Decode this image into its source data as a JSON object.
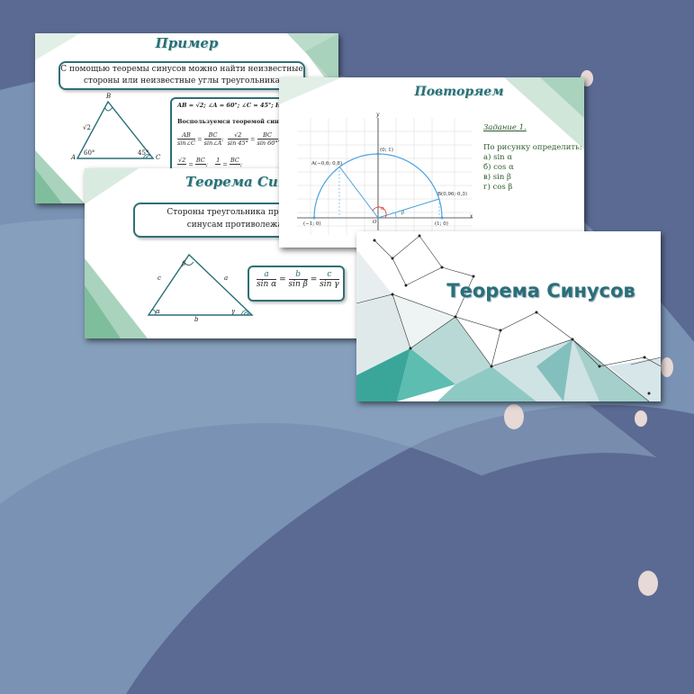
{
  "colors": {
    "background": "#5b6a93",
    "wave_light": "#7d97b8",
    "wave_mid": "#8fa9c4",
    "accent": "#2a6f78",
    "teal": "#3aa69a",
    "axis_blue": "#4aa3df"
  },
  "slide_example": {
    "title": "Пример",
    "statement": "С помощью теоремы синусов можно найти неизвестные стороны или неизвестные углы треугольника",
    "given": "AB = √2; ∠A = 60°; ∠C = 45°; Найти",
    "use_theorem": "Воспользуемся теоремой синусов:",
    "frac1_num": "AB",
    "frac1_den": "sin∠C",
    "frac2_num": "BC",
    "frac2_den": "sin∠A",
    "frac3_num": "√2",
    "frac3_den": "sin 45°",
    "frac4_num": "BC",
    "frac4_den": "sin 60°",
    "row3_a_num": "√2",
    "row3_b_num": "BC",
    "row3_c_num": "1",
    "row3_d_num": "BC",
    "label_b": "B",
    "label_a": "A",
    "label_c": "C",
    "label_side": "√2",
    "angle_a": "60°",
    "angle_c": "45°"
  },
  "slide_theorem": {
    "title": "Теорема Синусов",
    "statement_line1": "Стороны треугольника пропорциональны",
    "statement_line2": "синусам противолежащих углов",
    "formula_a_num": "a",
    "formula_a_den": "sin α",
    "formula_b_num": "b",
    "formula_b_den": "sin β",
    "formula_c_num": "c",
    "formula_c_den": "sin γ",
    "label_alpha": "α",
    "label_beta": "β",
    "label_gamma": "γ",
    "label_side_a": "a",
    "label_side_b": "b",
    "label_side_c": "c"
  },
  "slide_repeat": {
    "title": "Повторяем",
    "axis_y": "y",
    "axis_x": "x",
    "origin": "O",
    "point_top": "(0; 1)",
    "point_a": "A(−0,6; 0,8)",
    "point_b": "B(0,96; 0,3)",
    "point_left": "(−1; 0)",
    "point_right": "(1; 0)",
    "angle_alpha": "α",
    "angle_beta": "β",
    "task_title": "Задание 1.",
    "task_intro": "По рисунку определить:",
    "task_items": [
      "а) sin α",
      "б) cos α",
      "в) sin β",
      "г) cos β"
    ]
  },
  "slide_cover": {
    "title": "Теорема Синусов"
  }
}
